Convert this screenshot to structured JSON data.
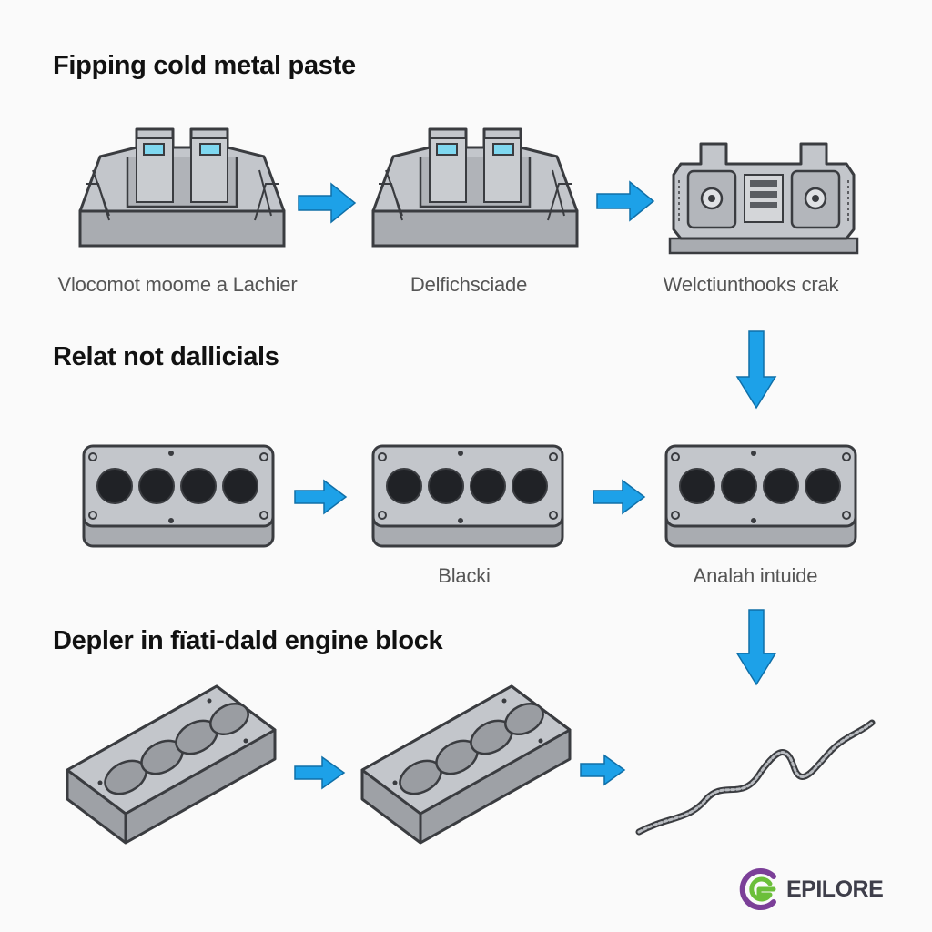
{
  "sections": [
    {
      "title": "Fipping cold metal paste",
      "captions": [
        "Vlocomot moome a Lachier",
        "Delfichsciade",
        "Welctiunthooks crak"
      ]
    },
    {
      "title": "Relat not dallicials",
      "captions": [
        "",
        "Blacki",
        "Analah intuide"
      ]
    },
    {
      "title": "Depler in fïati-dald engine block",
      "captions": [
        "",
        "",
        ""
      ]
    }
  ],
  "logo": {
    "text": "EPILORE",
    "colors": [
      "#7b3f98",
      "#6bbf3a"
    ]
  },
  "colors": {
    "arrow": "#1da1e8",
    "metal": "#b9bcc1",
    "metal_dark": "#8d9096",
    "outline": "#3a3c40",
    "bore": "#202226"
  },
  "icons": [
    "seat-shaped-mold-icon",
    "seat-shaped-mold-icon",
    "housing-block-icon",
    "cylinder-head-icon",
    "cylinder-head-icon",
    "cylinder-head-icon",
    "engine-block-icon",
    "engine-block-icon",
    "scrap-strip-icon",
    "logo-icon"
  ]
}
